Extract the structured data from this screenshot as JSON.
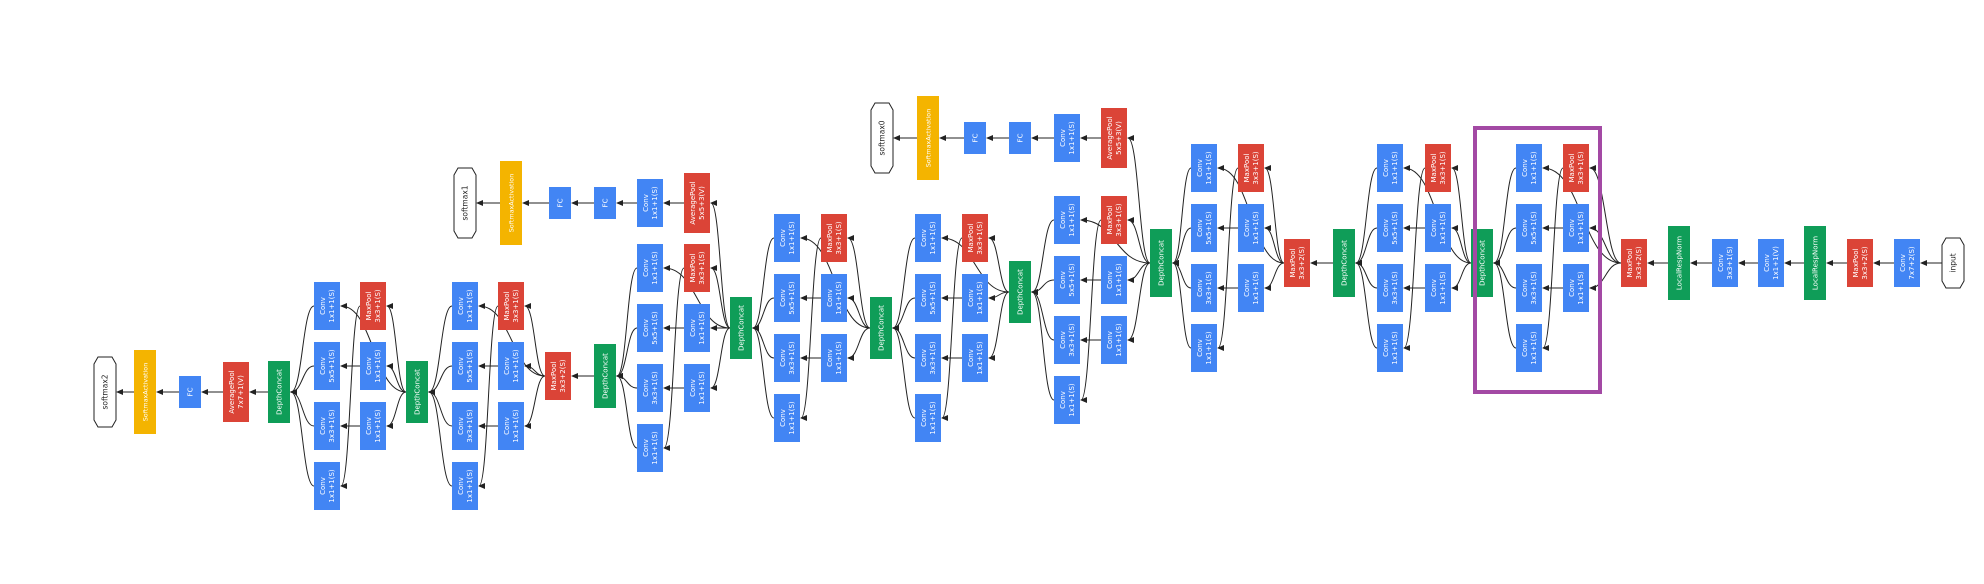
{
  "diagram": {
    "colors": {
      "conv": "#4285f4",
      "pool": "#db4437",
      "concat": "#0f9d58",
      "softmax": "#f4b400",
      "output_fill": "#ffffff",
      "output_stroke": "#222222",
      "edge": "#222222",
      "highlight": "#a349a4",
      "text": "#ffffff"
    },
    "nodes": {
      "input": {
        "type": "output",
        "lines": [
          "input"
        ]
      },
      "s_conv1": {
        "type": "conv",
        "lines": [
          "Conv",
          "7x7+2(S)"
        ]
      },
      "s_pool1": {
        "type": "pool",
        "lines": [
          "MaxPool",
          "3x3+2(S)"
        ]
      },
      "s_lrn1": {
        "type": "concat",
        "lines": [
          "LocalRespNorm"
        ]
      },
      "s_conv2": {
        "type": "conv",
        "lines": [
          "Conv",
          "1x1+1(V)"
        ]
      },
      "s_conv3": {
        "type": "conv",
        "lines": [
          "Conv",
          "3x3+1(S)"
        ]
      },
      "s_lrn2": {
        "type": "concat",
        "lines": [
          "LocalRespNorm"
        ]
      },
      "s_pool2": {
        "type": "pool",
        "lines": [
          "MaxPool",
          "3x3+2(S)"
        ]
      },
      "a_c1": {
        "type": "conv",
        "lines": [
          "Conv",
          "1x1+1(S)"
        ]
      },
      "a_c3r": {
        "type": "conv",
        "lines": [
          "Conv",
          "1x1+1(S)"
        ]
      },
      "a_c5r": {
        "type": "conv",
        "lines": [
          "Conv",
          "1x1+1(S)"
        ]
      },
      "a_pool": {
        "type": "pool",
        "lines": [
          "MaxPool",
          "3x3+1(S)"
        ]
      },
      "a_c5": {
        "type": "conv",
        "lines": [
          "Conv",
          "5x5+1(S)"
        ]
      },
      "a_c3": {
        "type": "conv",
        "lines": [
          "Conv",
          "3x3+1(S)"
        ]
      },
      "a_cp": {
        "type": "conv",
        "lines": [
          "Conv",
          "1x1+1(S)"
        ]
      },
      "a_cat": {
        "type": "concat",
        "lines": [
          "DepthConcat"
        ]
      },
      "b_c1": {
        "type": "conv",
        "lines": [
          "Conv",
          "1x1+1(S)"
        ]
      },
      "b_c3r": {
        "type": "conv",
        "lines": [
          "Conv",
          "1x1+1(S)"
        ]
      },
      "b_c5r": {
        "type": "conv",
        "lines": [
          "Conv",
          "1x1+1(S)"
        ]
      },
      "b_pool": {
        "type": "pool",
        "lines": [
          "MaxPool",
          "3x3+1(S)"
        ]
      },
      "b_c5": {
        "type": "conv",
        "lines": [
          "Conv",
          "5x5+1(S)"
        ]
      },
      "b_c3": {
        "type": "conv",
        "lines": [
          "Conv",
          "3x3+1(S)"
        ]
      },
      "b_cp": {
        "type": "conv",
        "lines": [
          "Conv",
          "1x1+1(S)"
        ]
      },
      "b_cat": {
        "type": "concat",
        "lines": [
          "DepthConcat"
        ]
      },
      "pool3": {
        "type": "pool",
        "lines": [
          "MaxPool",
          "3x3+2(S)"
        ]
      },
      "c_c1": {
        "type": "conv",
        "lines": [
          "Conv",
          "1x1+1(S)"
        ]
      },
      "c_c3r": {
        "type": "conv",
        "lines": [
          "Conv",
          "1x1+1(S)"
        ]
      },
      "c_c5r": {
        "type": "conv",
        "lines": [
          "Conv",
          "1x1+1(S)"
        ]
      },
      "c_pool": {
        "type": "pool",
        "lines": [
          "MaxPool",
          "3x3+1(S)"
        ]
      },
      "c_c5": {
        "type": "conv",
        "lines": [
          "Conv",
          "5x5+1(S)"
        ]
      },
      "c_c3": {
        "type": "conv",
        "lines": [
          "Conv",
          "3x3+1(S)"
        ]
      },
      "c_cp": {
        "type": "conv",
        "lines": [
          "Conv",
          "1x1+1(S)"
        ]
      },
      "c_cat": {
        "type": "concat",
        "lines": [
          "DepthConcat"
        ]
      },
      "aux0_pool": {
        "type": "pool",
        "lines": [
          "AveragePool",
          "5x5+3(V)"
        ]
      },
      "aux0_conv": {
        "type": "conv",
        "lines": [
          "Conv",
          "1x1+1(S)"
        ]
      },
      "aux0_fc1": {
        "type": "conv",
        "lines": [
          "FC"
        ]
      },
      "aux0_fc2": {
        "type": "conv",
        "lines": [
          "FC"
        ]
      },
      "aux0_sm": {
        "type": "softmax",
        "lines": [
          "SoftmaxActivation"
        ]
      },
      "softmax0": {
        "type": "output",
        "lines": [
          "softmax0"
        ]
      },
      "d_c1": {
        "type": "conv",
        "lines": [
          "Conv",
          "1x1+1(S)"
        ]
      },
      "d_c3r": {
        "type": "conv",
        "lines": [
          "Conv",
          "1x1+1(S)"
        ]
      },
      "d_c5r": {
        "type": "conv",
        "lines": [
          "Conv",
          "1x1+1(S)"
        ]
      },
      "d_pool": {
        "type": "pool",
        "lines": [
          "MaxPool",
          "3x3+1(S)"
        ]
      },
      "d_c5": {
        "type": "conv",
        "lines": [
          "Conv",
          "5x5+1(S)"
        ]
      },
      "d_c3": {
        "type": "conv",
        "lines": [
          "Conv",
          "3x3+1(S)"
        ]
      },
      "d_cp": {
        "type": "conv",
        "lines": [
          "Conv",
          "1x1+1(S)"
        ]
      },
      "d_cat": {
        "type": "concat",
        "lines": [
          "DepthConcat"
        ]
      },
      "e_c1": {
        "type": "conv",
        "lines": [
          "Conv",
          "1x1+1(S)"
        ]
      },
      "e_c3r": {
        "type": "conv",
        "lines": [
          "Conv",
          "1x1+1(S)"
        ]
      },
      "e_c5r": {
        "type": "conv",
        "lines": [
          "Conv",
          "1x1+1(S)"
        ]
      },
      "e_pool": {
        "type": "pool",
        "lines": [
          "MaxPool",
          "3x3+1(S)"
        ]
      },
      "e_c5": {
        "type": "conv",
        "lines": [
          "Conv",
          "5x5+1(S)"
        ]
      },
      "e_c3": {
        "type": "conv",
        "lines": [
          "Conv",
          "3x3+1(S)"
        ]
      },
      "e_cp": {
        "type": "conv",
        "lines": [
          "Conv",
          "1x1+1(S)"
        ]
      },
      "e_cat": {
        "type": "concat",
        "lines": [
          "DepthConcat"
        ]
      },
      "f_c1": {
        "type": "conv",
        "lines": [
          "Conv",
          "1x1+1(S)"
        ]
      },
      "f_c3r": {
        "type": "conv",
        "lines": [
          "Conv",
          "1x1+1(S)"
        ]
      },
      "f_c5r": {
        "type": "conv",
        "lines": [
          "Conv",
          "1x1+1(S)"
        ]
      },
      "f_pool": {
        "type": "pool",
        "lines": [
          "MaxPool",
          "3x3+1(S)"
        ]
      },
      "f_c5": {
        "type": "conv",
        "lines": [
          "Conv",
          "5x5+1(S)"
        ]
      },
      "f_c3": {
        "type": "conv",
        "lines": [
          "Conv",
          "3x3+1(S)"
        ]
      },
      "f_cp": {
        "type": "conv",
        "lines": [
          "Conv",
          "1x1+1(S)"
        ]
      },
      "f_cat": {
        "type": "concat",
        "lines": [
          "DepthConcat"
        ]
      },
      "aux1_pool": {
        "type": "pool",
        "lines": [
          "AveragePool",
          "5x5+3(V)"
        ]
      },
      "aux1_conv": {
        "type": "conv",
        "lines": [
          "Conv",
          "1x1+1(S)"
        ]
      },
      "aux1_fc1": {
        "type": "conv",
        "lines": [
          "FC"
        ]
      },
      "aux1_fc2": {
        "type": "conv",
        "lines": [
          "FC"
        ]
      },
      "aux1_sm": {
        "type": "softmax",
        "lines": [
          "SoftmaxActivation"
        ]
      },
      "softmax1": {
        "type": "output",
        "lines": [
          "softmax1"
        ]
      },
      "g_c1": {
        "type": "conv",
        "lines": [
          "Conv",
          "1x1+1(S)"
        ]
      },
      "g_c3r": {
        "type": "conv",
        "lines": [
          "Conv",
          "1x1+1(S)"
        ]
      },
      "g_c5r": {
        "type": "conv",
        "lines": [
          "Conv",
          "1x1+1(S)"
        ]
      },
      "g_pool": {
        "type": "pool",
        "lines": [
          "MaxPool",
          "3x3+1(S)"
        ]
      },
      "g_c5": {
        "type": "conv",
        "lines": [
          "Conv",
          "5x5+1(S)"
        ]
      },
      "g_c3": {
        "type": "conv",
        "lines": [
          "Conv",
          "3x3+1(S)"
        ]
      },
      "g_cp": {
        "type": "conv",
        "lines": [
          "Conv",
          "1x1+1(S)"
        ]
      },
      "g_cat": {
        "type": "concat",
        "lines": [
          "DepthConcat"
        ]
      },
      "pool4": {
        "type": "pool",
        "lines": [
          "MaxPool",
          "3x3+2(S)"
        ]
      },
      "h_c1": {
        "type": "conv",
        "lines": [
          "Conv",
          "1x1+1(S)"
        ]
      },
      "h_c3r": {
        "type": "conv",
        "lines": [
          "Conv",
          "1x1+1(S)"
        ]
      },
      "h_c5r": {
        "type": "conv",
        "lines": [
          "Conv",
          "1x1+1(S)"
        ]
      },
      "h_pool": {
        "type": "pool",
        "lines": [
          "MaxPool",
          "3x3+1(S)"
        ]
      },
      "h_c5": {
        "type": "conv",
        "lines": [
          "Conv",
          "5x5+1(S)"
        ]
      },
      "h_c3": {
        "type": "conv",
        "lines": [
          "Conv",
          "3x3+1(S)"
        ]
      },
      "h_cp": {
        "type": "conv",
        "lines": [
          "Conv",
          "1x1+1(S)"
        ]
      },
      "h_cat": {
        "type": "concat",
        "lines": [
          "DepthConcat"
        ]
      },
      "i_c1": {
        "type": "conv",
        "lines": [
          "Conv",
          "1x1+1(S)"
        ]
      },
      "i_c3r": {
        "type": "conv",
        "lines": [
          "Conv",
          "1x1+1(S)"
        ]
      },
      "i_c5r": {
        "type": "conv",
        "lines": [
          "Conv",
          "1x1+1(S)"
        ]
      },
      "i_pool": {
        "type": "pool",
        "lines": [
          "MaxPool",
          "3x3+1(S)"
        ]
      },
      "i_c5": {
        "type": "conv",
        "lines": [
          "Conv",
          "5x5+1(S)"
        ]
      },
      "i_c3": {
        "type": "conv",
        "lines": [
          "Conv",
          "3x3+1(S)"
        ]
      },
      "i_cp": {
        "type": "conv",
        "lines": [
          "Conv",
          "1x1+1(S)"
        ]
      },
      "i_cat": {
        "type": "concat",
        "lines": [
          "DepthConcat"
        ]
      },
      "final_pool": {
        "type": "pool",
        "lines": [
          "AveragePool",
          "7x7+1(V)"
        ]
      },
      "final_fc": {
        "type": "conv",
        "lines": [
          "FC"
        ]
      },
      "final_sm": {
        "type": "softmax",
        "lines": [
          "SoftmaxActivation"
        ]
      },
      "softmax2": {
        "type": "output",
        "lines": [
          "softmax2"
        ]
      }
    }
  }
}
